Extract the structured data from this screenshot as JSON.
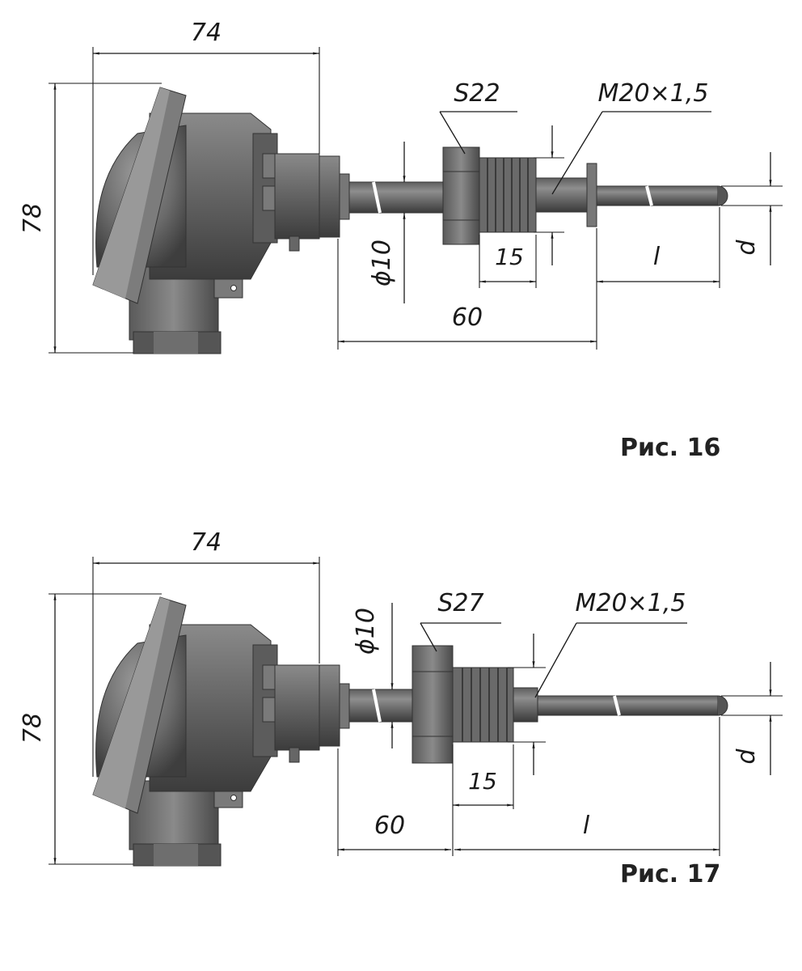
{
  "figures": [
    {
      "caption": "Рис. 16",
      "dims": {
        "width": "74",
        "height": "78",
        "hex": "S22",
        "thread": "M20×1,5",
        "stem_dia": "ϕ10",
        "thread_len": "15",
        "offset": "60",
        "length": "l",
        "dia": "d"
      }
    },
    {
      "caption": "Рис. 17",
      "dims": {
        "width": "74",
        "height": "78",
        "hex": "S27",
        "thread": "M20×1,5",
        "stem_dia": "ϕ10",
        "thread_len": "15",
        "offset": "60",
        "length": "l",
        "dia": "d"
      }
    }
  ],
  "colors": {
    "body_dark": "#4a4a4a",
    "body_mid": "#6b6b6b",
    "body_light": "#9a9a9a",
    "line": "#1a1a1a"
  }
}
